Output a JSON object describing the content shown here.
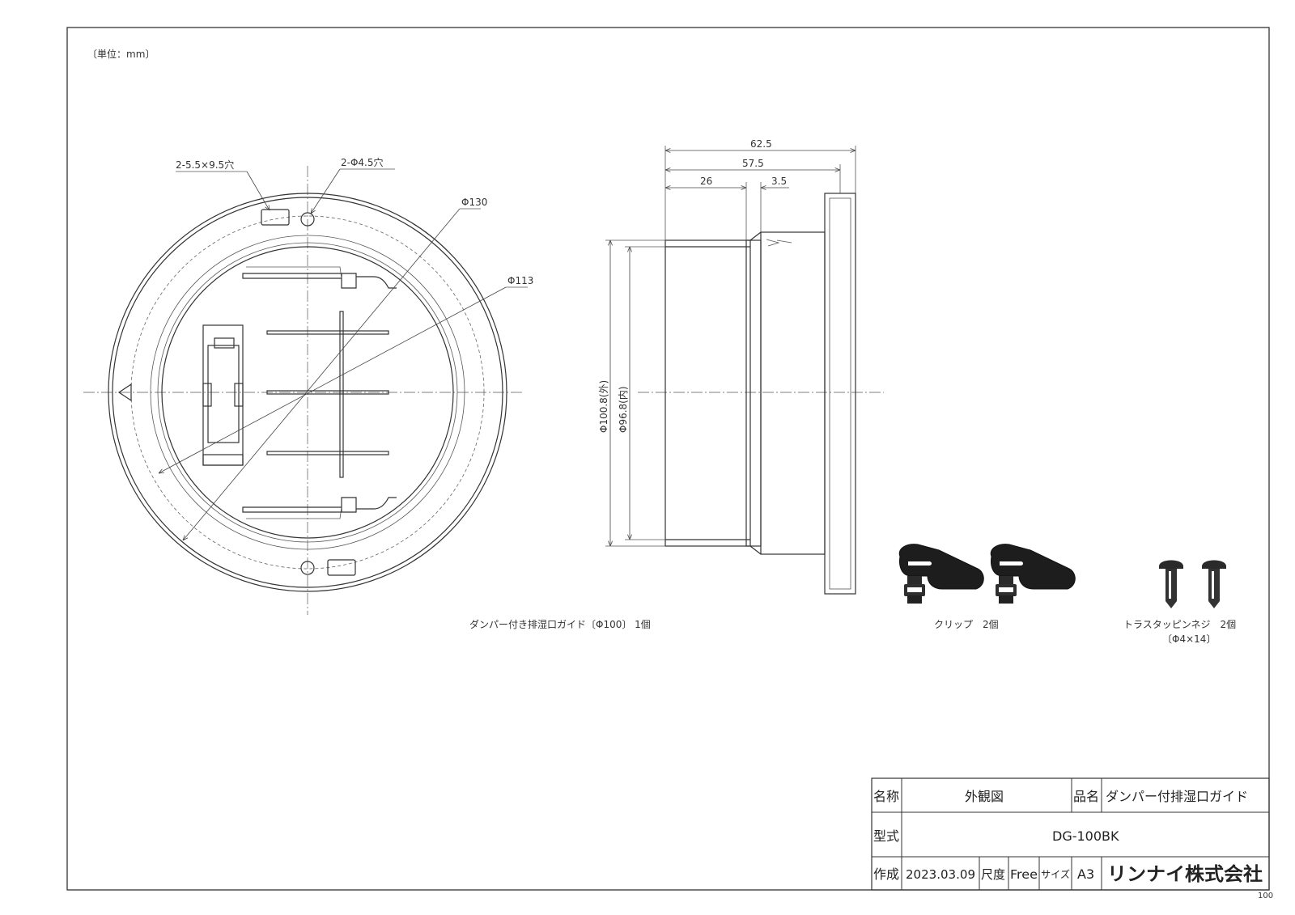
{
  "unit_note": "〔単位：mm〕",
  "front_view": {
    "holes_rect": "2-5.5×9.5穴",
    "holes_round": "2-Φ4.5穴",
    "dia_outer": "Φ130",
    "dia_inner": "Φ113"
  },
  "side_view": {
    "dim_total": "62.5",
    "dim_body": "57.5",
    "dim_left": "26",
    "dim_right": "3.5",
    "dia_outside": "Φ100.8(外)",
    "dia_inside": "Φ96.8(内)"
  },
  "captions": {
    "main": "ダンパー付き排湿口ガイド〔Φ100〕 1個",
    "clip": "クリップ　2個",
    "screw": "トラスタッピンネジ　2個",
    "screw_spec": "〔Φ4×14〕"
  },
  "title_block": {
    "name_label": "名称",
    "name_value": "外観図",
    "product_label": "品名",
    "product_value": "ダンパー付排湿口ガイド",
    "model_label": "型式",
    "model_value": "DG-100BK",
    "created_label": "作成",
    "created_value": "2023.03.09",
    "scale_label": "尺度",
    "scale_value": "Free",
    "size_label": "サイズ",
    "size_value": "A3",
    "company": "リンナイ株式会社"
  },
  "page_number": "100"
}
